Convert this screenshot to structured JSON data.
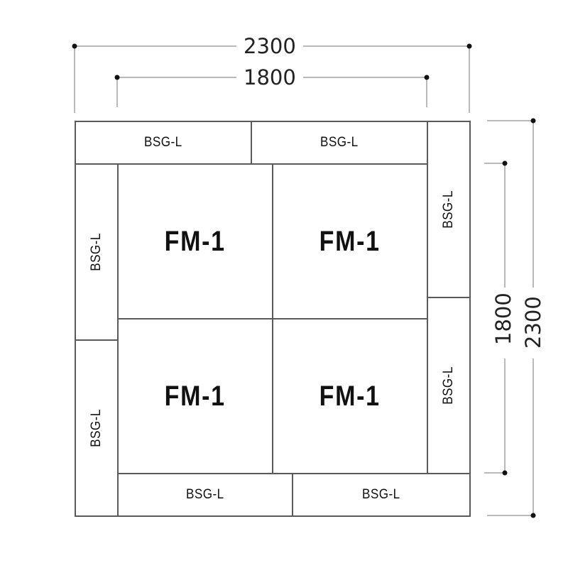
{
  "dimensions": {
    "top_outer": {
      "label": "2300"
    },
    "top_inner": {
      "label": "1800"
    },
    "right_outer": {
      "label": "2300"
    },
    "right_inner": {
      "label": "1800"
    }
  },
  "panels": {
    "top_left": {
      "label": "BSG-L"
    },
    "top_right": {
      "label": "BSG-L"
    },
    "right_upper": {
      "label": "BSG-L"
    },
    "right_lower": {
      "label": "BSG-L"
    },
    "left_upper": {
      "label": "BSG-L"
    },
    "left_lower": {
      "label": "BSG-L"
    },
    "bottom_left": {
      "label": "BSG-L"
    },
    "bottom_right": {
      "label": "BSG-L"
    },
    "fm_top_left": {
      "label": "FM-1"
    },
    "fm_top_right": {
      "label": "FM-1"
    },
    "fm_bottom_left": {
      "label": "FM-1"
    },
    "fm_bottom_right": {
      "label": "FM-1"
    }
  },
  "colors": {
    "panel_border": "#5a5a5a",
    "dimension_line": "#b9b9b9",
    "dimension_dot": "#111111",
    "background": "#ffffff"
  }
}
